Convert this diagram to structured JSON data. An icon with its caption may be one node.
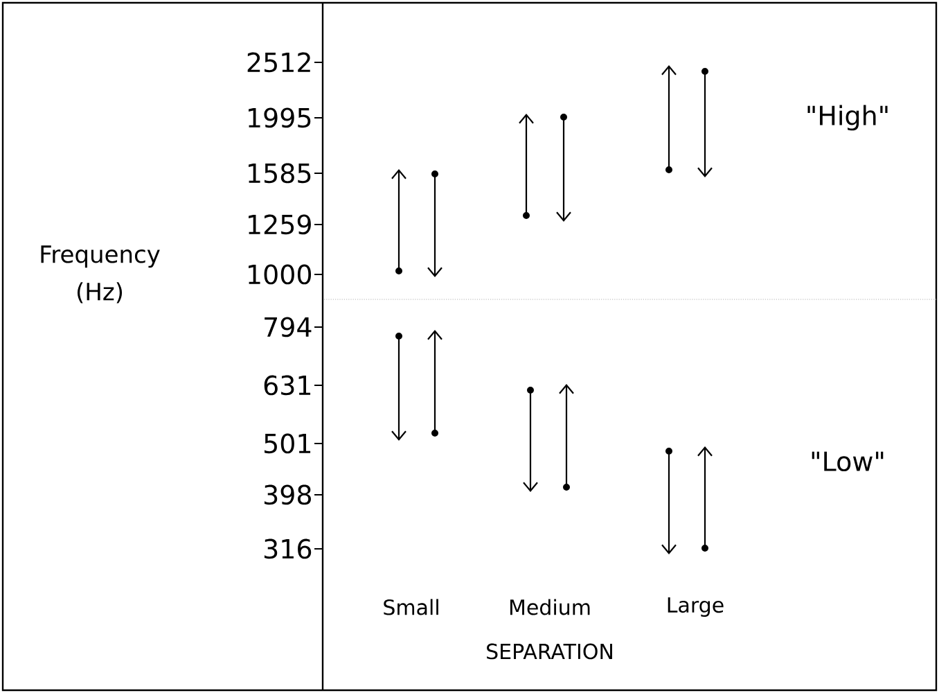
{
  "diagram": {
    "labels": [
      "2512",
      "1995",
      "1585",
      "1259",
      "1000",
      "794",
      "631",
      "501",
      "398",
      "316",
      "Frequency (Hz)",
      "\"High\"",
      "\"Low\"",
      "Small",
      "Medium",
      "Large",
      "SEPARATION"
    ]
  }
}
